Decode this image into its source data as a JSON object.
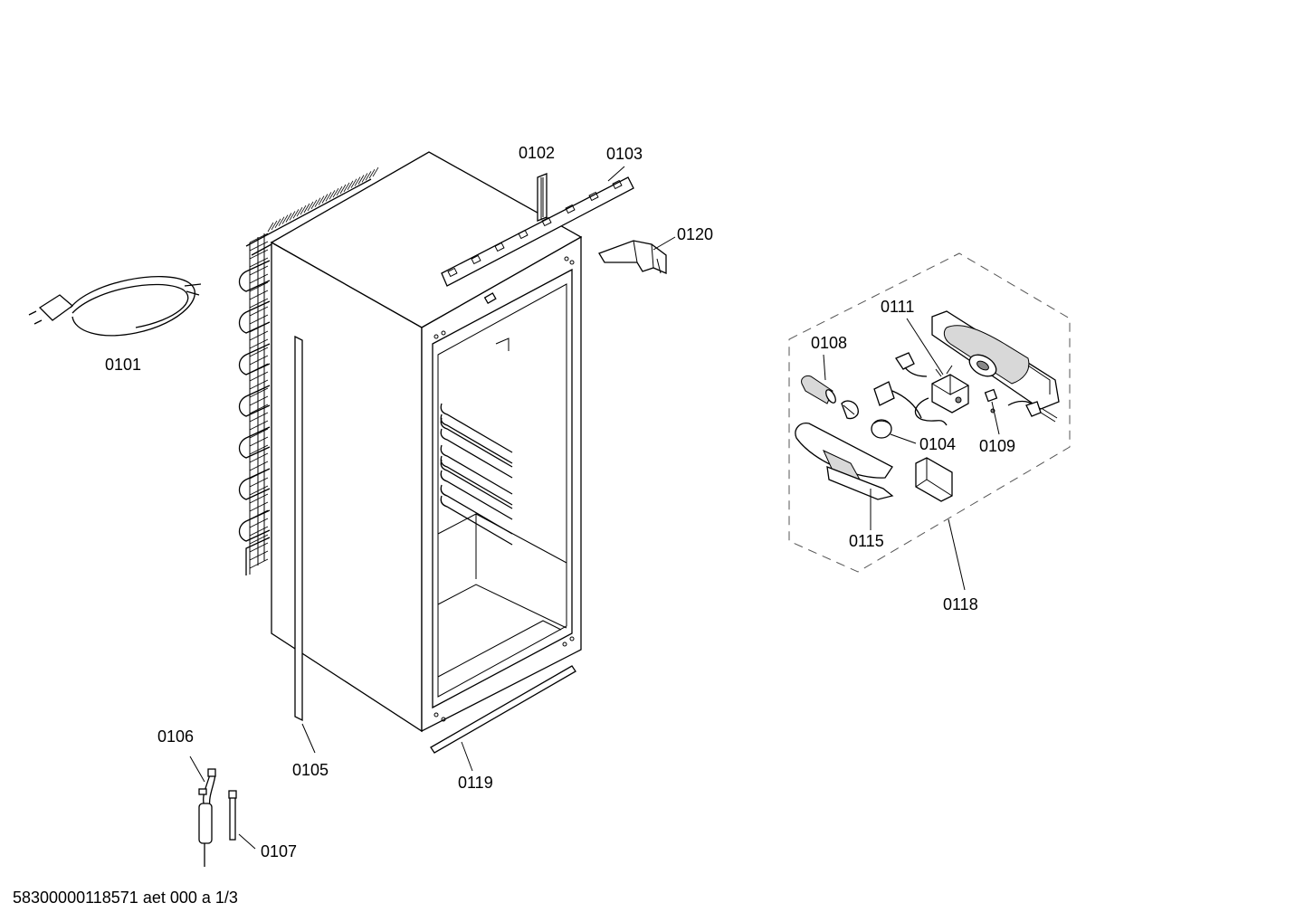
{
  "parts": [
    {
      "id": "p0101",
      "label": "0101"
    },
    {
      "id": "p0102",
      "label": "0102"
    },
    {
      "id": "p0103",
      "label": "0103"
    },
    {
      "id": "p0104",
      "label": "0104"
    },
    {
      "id": "p0105",
      "label": "0105"
    },
    {
      "id": "p0106",
      "label": "0106"
    },
    {
      "id": "p0107",
      "label": "0107"
    },
    {
      "id": "p0108",
      "label": "0108"
    },
    {
      "id": "p0109",
      "label": "0109"
    },
    {
      "id": "p0111",
      "label": "0111"
    },
    {
      "id": "p0115",
      "label": "0115"
    },
    {
      "id": "p0118",
      "label": "0118"
    },
    {
      "id": "p0119",
      "label": "0119"
    },
    {
      "id": "p0120",
      "label": "0120"
    }
  ],
  "footer": {
    "code": "58300000118571 aet 000 a 1/3"
  }
}
